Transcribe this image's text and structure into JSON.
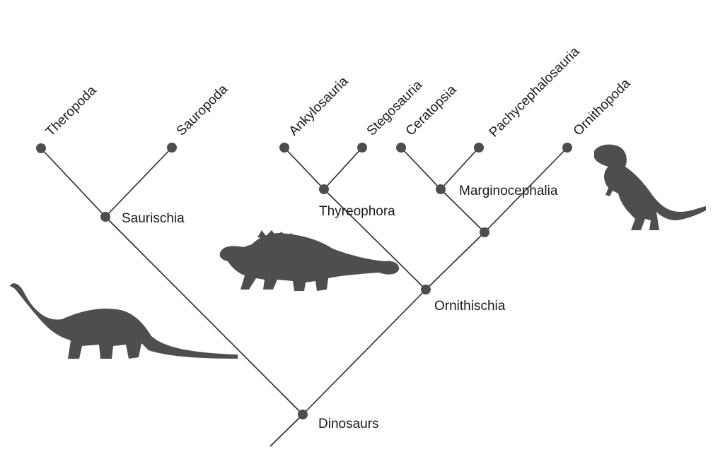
{
  "diagram": {
    "type": "cladogram",
    "colors": {
      "line": "#2a2a2a",
      "node": "#4d4d4d",
      "silhouette": "#4e4e4e"
    },
    "tips": {
      "theropoda": "Theropoda",
      "sauropoda": "Sauropoda",
      "ankylosauria": "Ankylosauria",
      "stegosauria": "Stegosauria",
      "ceratopsia": "Ceratopsia",
      "pachycephalosauria": "Pachycephalosauria",
      "ornithopoda": "Ornithopoda"
    },
    "clades": {
      "saurischia": "Saurischia",
      "thyreophora": "Thyreophora",
      "marginocephalia": "Marginocephalia",
      "ornithischia": "Ornithischia",
      "dinosaurs": "Dinosaurs"
    },
    "silhouettes": [
      "sauropod-silhouette",
      "ankylosaur-silhouette",
      "ornithopod-silhouette"
    ]
  }
}
